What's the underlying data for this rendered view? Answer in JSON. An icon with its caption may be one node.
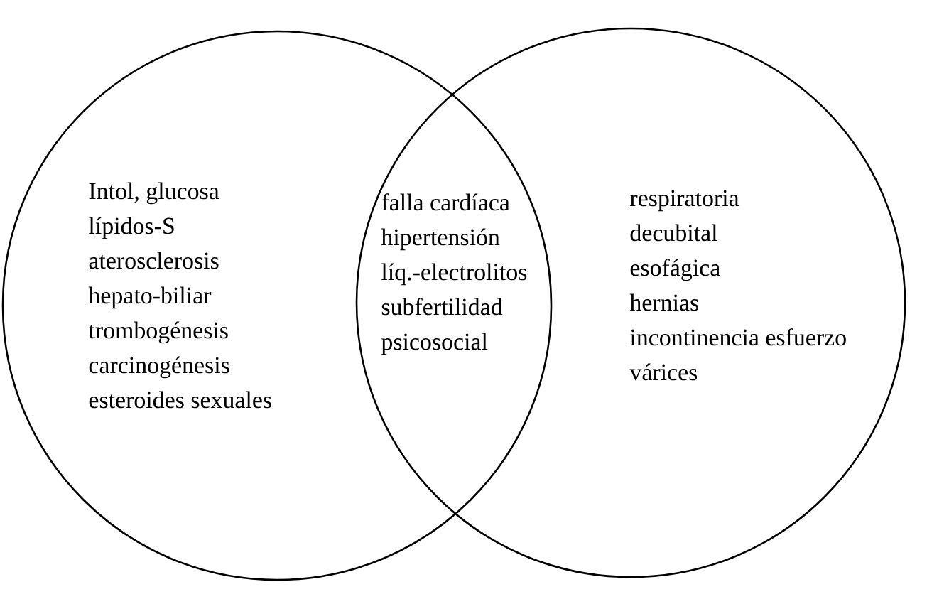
{
  "diagram": {
    "nodes": [
      {
        "text": [
          "Intol, glucosa",
          "lípidos-S",
          "aterosclerosis",
          "hepato-biliar",
          "trombogénesis",
          "carcinogénesis",
          "esteroides sexuales"
        ]
      },
      {
        "text": [
          "respiratoria",
          "decubital",
          "esofágica",
          "hernias",
          "incontinencia esfuerzo",
          "várices"
        ]
      }
    ],
    "labels": [
      "falla cardíaca",
      "hipertensión",
      "líq.-electrolitos",
      "subfertilidad",
      "psicosocial"
    ]
  }
}
